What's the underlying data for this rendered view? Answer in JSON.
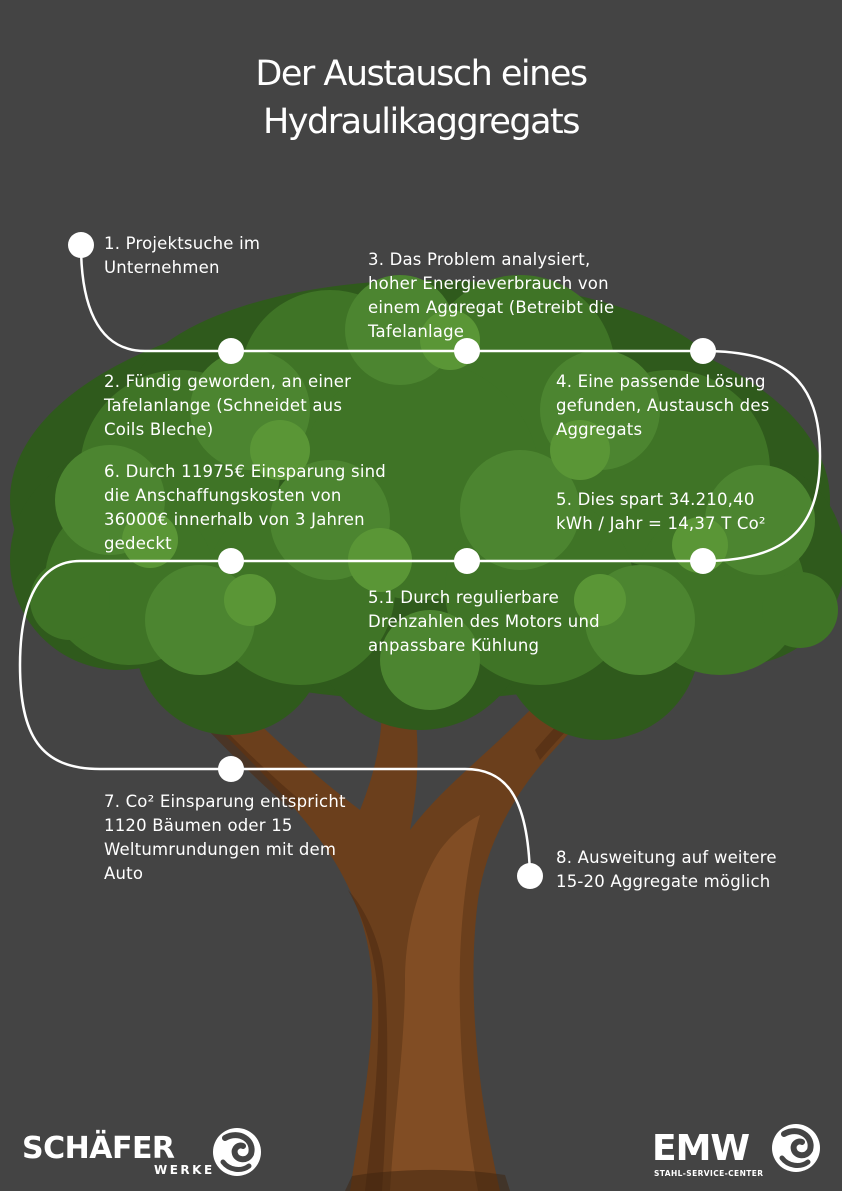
{
  "title": {
    "line1": "Der Austausch eines",
    "line2": "Hydraulikaggregats"
  },
  "steps": [
    {
      "id": "1",
      "text": "1. Projektsuche im\nUnternehmen"
    },
    {
      "id": "2",
      "text": "2. Fündig geworden, an einer\nTafelanlange (Schneidet aus\nCoils Bleche)"
    },
    {
      "id": "3",
      "text": "3. Das Problem analysiert,\nhoher Energieverbrauch von\neinem Aggregat (Betreibt die\nTafelanlage"
    },
    {
      "id": "4",
      "text": "4. Eine passende Lösung\ngefunden, Austausch des\nAggregats"
    },
    {
      "id": "5",
      "text": "5. Dies spart 34.210,40\nkWh / Jahr = 14,37 T Co²"
    },
    {
      "id": "5.1",
      "text": "5.1 Durch regulierbare\nDrehzahlen des Motors und\nanpassbare Kühlung"
    },
    {
      "id": "6",
      "text": "6. Durch 11975€ Einsparung sind\ndie Anschaffungskosten von\n36000€ innerhalb von 3 Jahren\ngedeckt"
    },
    {
      "id": "7",
      "text": "7. Co² Einsparung entspricht\n1120 Bäumen oder 15\nWeltumrundungen mit dem\nAuto"
    },
    {
      "id": "8",
      "text": "8. Ausweitung auf weitere\n15-20 Aggregate möglich"
    }
  ],
  "logos": {
    "left": {
      "name": "SCHÄFER",
      "sub": "WERKE"
    },
    "right": {
      "name": "EMW",
      "sub": "STAHL-SERVICE-CENTER"
    }
  },
  "colors": {
    "background": "#444444",
    "foliage_dark": "#2f5a1c",
    "foliage_mid": "#3f7426",
    "foliage_light": "#5a9636",
    "trunk": "#6b3f1c",
    "trunk_light": "#8a5428",
    "path": "#ffffff"
  }
}
